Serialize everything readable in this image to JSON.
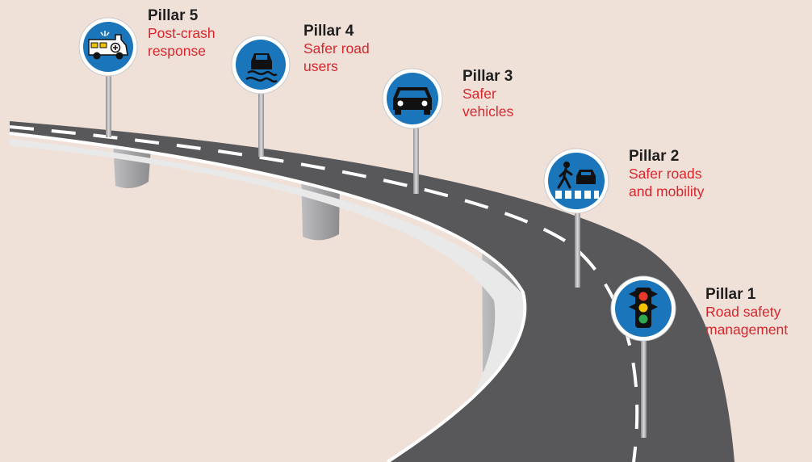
{
  "pillars": [
    {
      "title": "Pillar 5",
      "desc_line1": "Post-crash",
      "desc_line2": "response",
      "sign": "ambulance-icon"
    },
    {
      "title": "Pillar 4",
      "desc_line1": "Safer road",
      "desc_line2": "users",
      "sign": "skidding-car-icon"
    },
    {
      "title": "Pillar 3",
      "desc_line1": "Safer",
      "desc_line2": "vehicles",
      "sign": "car-front-icon"
    },
    {
      "title": "Pillar 2",
      "desc_line1": "Safer roads",
      "desc_line2": "and mobility",
      "sign": "pedestrian-crossing-icon"
    },
    {
      "title": "Pillar 1",
      "desc_line1": "Road safety",
      "desc_line2": "management",
      "sign": "traffic-light-icon"
    }
  ],
  "colors": {
    "background": "#efe0d8",
    "road": "#58585a",
    "road_edge": "#ffffff",
    "sign_blue": "#1a75bb",
    "title": "#1f1f1f",
    "description": "#d9262c"
  }
}
